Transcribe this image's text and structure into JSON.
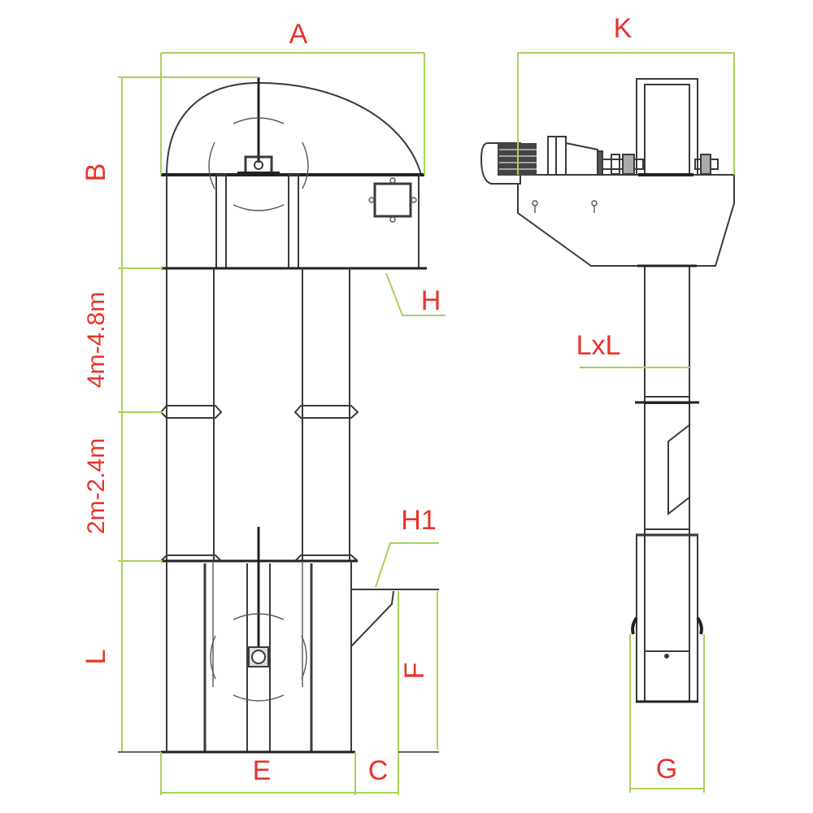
{
  "labels": {
    "A": "A",
    "B": "B",
    "upper_leg": "4m-4.8m",
    "lower_leg": "2m-2.4m",
    "L": "L",
    "H": "H",
    "H1": "H1",
    "F": "F",
    "E": "E",
    "C": "C",
    "K": "K",
    "LxL": "LxL",
    "G": "G"
  },
  "colors": {
    "dimension_line": "#a8d25a",
    "label": "#e8332a",
    "drawing": "#3a3a3a"
  }
}
